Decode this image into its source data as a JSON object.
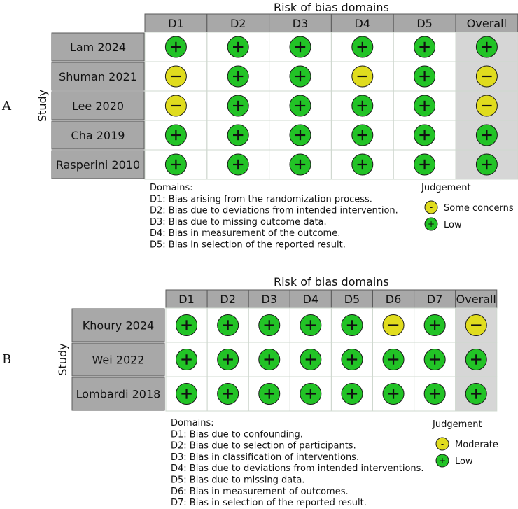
{
  "chart_data": [
    {
      "type": "table",
      "panel_label": "A",
      "domains_title": "Risk of bias domains",
      "study_axis_label": "Study",
      "columns": [
        "D1",
        "D2",
        "D3",
        "D4",
        "D5",
        "Overall"
      ],
      "rows": [
        {
          "study": "Lam 2024",
          "judgements": [
            "Low",
            "Low",
            "Low",
            "Low",
            "Low",
            "Low"
          ]
        },
        {
          "study": "Shuman 2021",
          "judgements": [
            "Some concerns",
            "Low",
            "Low",
            "Some concerns",
            "Low",
            "Some concerns"
          ]
        },
        {
          "study": "Lee 2020",
          "judgements": [
            "Some concerns",
            "Low",
            "Low",
            "Low",
            "Low",
            "Some concerns"
          ]
        },
        {
          "study": "Cha 2019",
          "judgements": [
            "Low",
            "Low",
            "Low",
            "Low",
            "Low",
            "Low"
          ]
        },
        {
          "study": "Rasperini 2010",
          "judgements": [
            "Low",
            "Low",
            "Low",
            "Low",
            "Low",
            "Low"
          ]
        }
      ],
      "domains_heading": "Domains:",
      "domain_descriptions": [
        "D1: Bias arising from the randomization process.",
        "D2: Bias due to deviations from intended intervention.",
        "D3: Bias due to missing outcome data.",
        "D4: Bias in measurement of the outcome.",
        "D5: Bias in selection of the reported result."
      ],
      "judgement_heading": "Judgement",
      "legend": [
        {
          "symbol": "-",
          "label": "Some concerns",
          "color": "#e0dc1e"
        },
        {
          "symbol": "+",
          "label": "Low",
          "color": "#22c326"
        }
      ]
    },
    {
      "type": "table",
      "panel_label": "B",
      "domains_title": "Risk of bias domains",
      "study_axis_label": "Study",
      "columns": [
        "D1",
        "D2",
        "D3",
        "D4",
        "D5",
        "D6",
        "D7",
        "Overall"
      ],
      "rows": [
        {
          "study": "Khoury 2024",
          "judgements": [
            "Low",
            "Low",
            "Low",
            "Low",
            "Low",
            "Moderate",
            "Low",
            "Moderate"
          ]
        },
        {
          "study": "Wei 2022",
          "judgements": [
            "Low",
            "Low",
            "Low",
            "Low",
            "Low",
            "Low",
            "Low",
            "Low"
          ]
        },
        {
          "study": "Lombardi 2018",
          "judgements": [
            "Low",
            "Low",
            "Low",
            "Low",
            "Low",
            "Low",
            "Low",
            "Low"
          ]
        }
      ],
      "domains_heading": "Domains:",
      "domain_descriptions": [
        "D1: Bias due to confounding.",
        "D2: Bias due to selection of participants.",
        "D3: Bias in classification of interventions.",
        "D4: Bias due to deviations from intended interventions.",
        "D5: Bias due to missing data.",
        "D6: Bias in measurement of outcomes.",
        "D7: Bias in selection of the reported result."
      ],
      "judgement_heading": "Judgement",
      "legend": [
        {
          "symbol": "-",
          "label": "Moderate",
          "color": "#e0dc1e"
        },
        {
          "symbol": "+",
          "label": "Low",
          "color": "#22c326"
        }
      ]
    }
  ]
}
